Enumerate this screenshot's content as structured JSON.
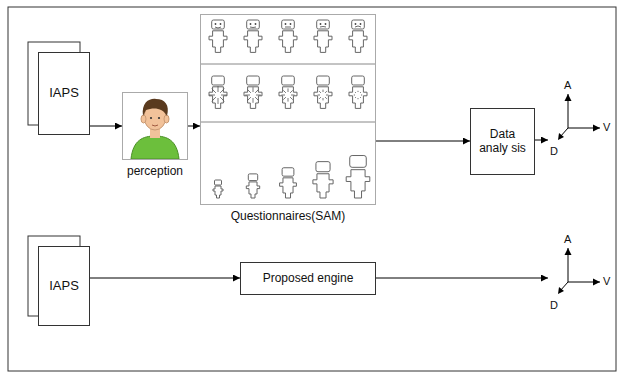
{
  "diagram": {
    "nodes": [
      {
        "text": [
          "IAPS"
        ]
      },
      {
        "text": [
          "perception"
        ]
      },
      {
        "text": [
          "Questionnaires(SAM)"
        ]
      },
      {
        "text": [
          "Data analy sis"
        ]
      },
      {
        "text": [
          "A",
          "V",
          "D"
        ]
      },
      {
        "text": [
          "IAPS"
        ]
      },
      {
        "text": [
          "Proposed engine"
        ]
      },
      {
        "text": [
          "A",
          "V",
          "D"
        ]
      }
    ],
    "edges": [
      {
        "from": 0,
        "to": 1,
        "arrow": "to"
      },
      {
        "from": 1,
        "to": 2,
        "arrow": "to"
      },
      {
        "from": 2,
        "to": 3,
        "arrow": "to"
      },
      {
        "from": 3,
        "to": 4,
        "arrow": "to"
      },
      {
        "from": 5,
        "to": 6,
        "arrow": "to"
      },
      {
        "from": 6,
        "to": 7,
        "arrow": "to"
      }
    ]
  }
}
